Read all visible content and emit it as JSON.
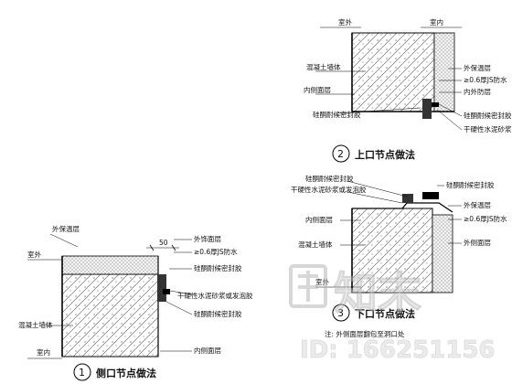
{
  "top": {
    "label_outside": "室外",
    "label_inside": "室内",
    "callouts_left": [
      "混凝土墙体",
      "内侧面层",
      "硅酮耐候密封胶"
    ],
    "callouts_right": [
      "外保温层",
      "≥0.6厚JS防水",
      "内外防层",
      "硅酮耐候密封胶",
      "干硬性水泥砂浆或发泡胶"
    ],
    "title_number": "2",
    "title_text": "上口节点做法"
  },
  "right": {
    "callouts_left": [
      "硅酮耐候密封胶",
      "干硬性水泥砂浆或发泡胶",
      "内侧面层",
      "混凝土墙体",
      "室外"
    ],
    "callouts_right": [
      "硅酮耐候密封胶",
      "外保温层",
      "≥0.6厚JS防水",
      "外侧面层"
    ],
    "title_number": "3",
    "title_text": "下口节点做法",
    "label_lower": "室外",
    "note": "注: 外侧面层翻包至洞口处"
  },
  "left": {
    "callouts_left": [
      "外保温层",
      "室外",
      "混凝土墙体",
      "室内"
    ],
    "dimension": "50",
    "callouts_right": [
      "外饰面层",
      "≥0.6厚JS防水",
      "硅酮耐候密封胶",
      "干硬性水泥砂浆或发泡胶",
      "硅酮耐候密封胶",
      "内侧面层"
    ],
    "title_number": "1",
    "title_text": "侧口节点做法"
  },
  "watermark": {
    "logo": "知末",
    "id_text": "ID: 166251156"
  }
}
